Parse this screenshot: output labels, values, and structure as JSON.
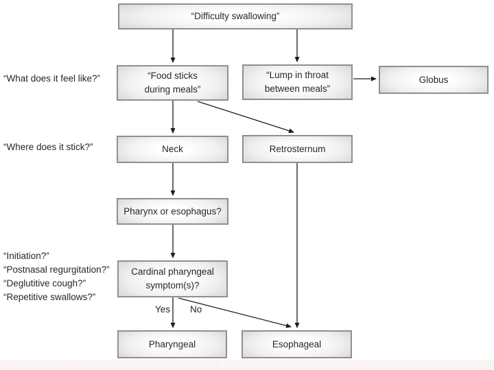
{
  "diagram": {
    "nodes": {
      "difficulty": "“Difficulty swallowing”",
      "food_sticks": "“Food sticks\nduring meals”",
      "lump_throat": "“Lump in throat\nbetween meals”",
      "globus": "Globus",
      "neck": "Neck",
      "retrosternum": "Retrosternum",
      "pharynx_question": "Pharynx or esophagus?",
      "cardinal": "Cardinal pharyngeal\nsymptom(s)?",
      "pharyngeal": "Pharyngeal",
      "esophageal": "Esophageal"
    },
    "side_labels": {
      "feel_like": "“What does it feel like?”",
      "where_stick": "“Where does it stick?”",
      "initiation": "“Initiation?”",
      "postnasal": "“Postnasal regurgitation?”",
      "deglutitive": "“Deglutitive cough?”",
      "repetitive": "“Repetitive swallows?”"
    },
    "edge_labels": {
      "yes": "Yes",
      "no": "No"
    },
    "colors": {
      "box_border": "#8f8f8f",
      "box_fill_edge": "#cbcbcb",
      "box_fill_center": "#ffffff",
      "arrow": "#1c1c1c",
      "text": "#262626"
    }
  }
}
